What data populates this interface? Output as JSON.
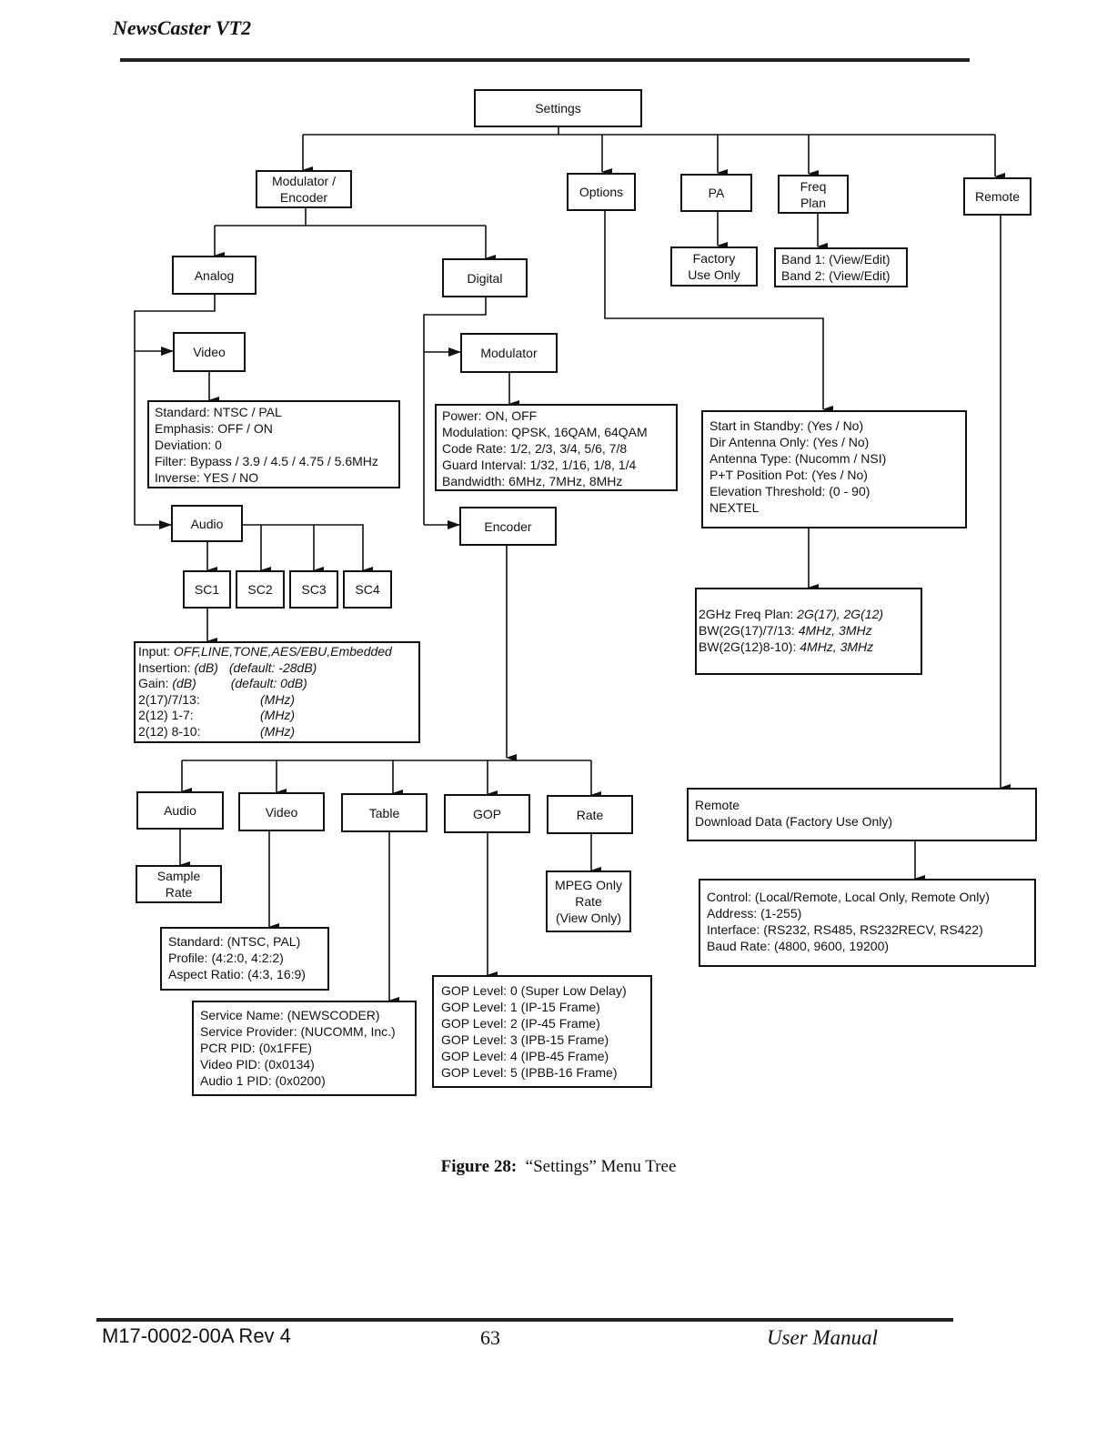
{
  "header": {
    "title": "NewsCaster VT2"
  },
  "nodes": {
    "settings": "Settings",
    "modulator_encoder": "Modulator /\nEncoder",
    "options": "Options",
    "pa": "PA",
    "freq_plan": "Freq\nPlan",
    "remote": "Remote",
    "factory_use_only": "Factory\nUse Only",
    "analog": "Analog",
    "digital": "Digital",
    "video": "Video",
    "audio": "Audio",
    "sc1": "SC1",
    "sc2": "SC2",
    "sc3": "SC3",
    "sc4": "SC4",
    "modulator": "Modulator",
    "encoder": "Encoder",
    "enc_audio": "Audio",
    "enc_video": "Video",
    "table": "Table",
    "gop": "GOP",
    "rate": "Rate",
    "sample_rate": "Sample\nRate",
    "mpeg_only": "MPEG Only\nRate\n(View Only)"
  },
  "info": {
    "freq_bands": [
      "Band 1: (View/Edit)",
      "Band 2: (View/Edit)"
    ],
    "analog_video": [
      "Standard: NTSC / PAL",
      "Emphasis: OFF / ON",
      "Deviation: 0",
      "Filter: Bypass / 3.9 / 4.5 / 4.75 / 5.6MHz",
      "Inverse: YES / NO"
    ],
    "modulator": [
      "Power: ON, OFF",
      "Modulation: QPSK, 16QAM, 64QAM",
      "Code Rate: 1/2, 2/3, 3/4, 5/6, 7/8",
      "Guard Interval: 1/32, 1/16, 1/8, 1/4",
      "Bandwidth: 6MHz, 7MHz, 8MHz"
    ],
    "options": [
      "Start in Standby: (Yes / No)",
      "Dir Antenna Only: (Yes / No)",
      "Antenna Type: (Nucomm / NSI)",
      "P+T Position Pot: (Yes / No)",
      "Elevation Threshold: (0 - 90)",
      "NEXTEL"
    ],
    "nextel": {
      "freq_plan_label": "2GHz Freq Plan: ",
      "freq_plan_value": "2G(17), 2G(12)",
      "bw1_label": "BW(2G(17)/7/13: ",
      "bw1_value": "4MHz, 3MHz",
      "bw2_label": "BW(2G(12)8-10): ",
      "bw2_value": "4MHz, 3MHz"
    },
    "audio_sc": {
      "input_label": "Input: ",
      "input_value": "OFF,LINE,TONE,AES/EBU,Embedded",
      "insertion_label": "Insertion: ",
      "insertion_unit": "(dB)",
      "insertion_default": "(default: -28dB)",
      "gain_label": "Gain: ",
      "gain_unit": "(dB)",
      "gain_default": "(default: 0dB)",
      "r1_label": "2(17)/7/13:",
      "r1_unit": "(MHz)",
      "r2_label": "2(12) 1-7:",
      "r2_unit": "(MHz)",
      "r3_label": "2(12) 8-10:",
      "r3_unit": "(MHz)"
    },
    "remote": [
      "Remote",
      "Download Data (Factory Use Only)"
    ],
    "remote_detail": [
      "Control: (Local/Remote, Local Only, Remote Only)",
      "Address: (1-255)",
      "Interface: (RS232, RS485, RS232RECV, RS422)",
      "Baud Rate: (4800, 9600, 19200)"
    ],
    "enc_video": [
      "Standard: (NTSC, PAL)",
      "Profile: (4:2:0, 4:2:2)",
      "Aspect Ratio: (4:3, 16:9)"
    ],
    "table": [
      "Service Name: (NEWSCODER)",
      "Service Provider: (NUCOMM, Inc.)",
      "PCR PID: (0x1FFE)",
      "Video PID: (0x0134)",
      "Audio 1 PID: (0x0200)"
    ],
    "gop": [
      "GOP Level: 0 (Super Low Delay)",
      "GOP Level: 1 (IP-15 Frame)",
      "GOP Level: 2 (IP-45 Frame)",
      "GOP Level: 3 (IPB-15 Frame)",
      "GOP Level: 4 (IPB-45 Frame)",
      "GOP Level: 5 (IPBB-16 Frame)"
    ]
  },
  "caption": {
    "label": "Figure 28:",
    "text": "“Settings” Menu Tree"
  },
  "footer": {
    "doc_number": "M17-0002-00A Rev 4",
    "page": "63",
    "doc_type": "User Manual"
  }
}
